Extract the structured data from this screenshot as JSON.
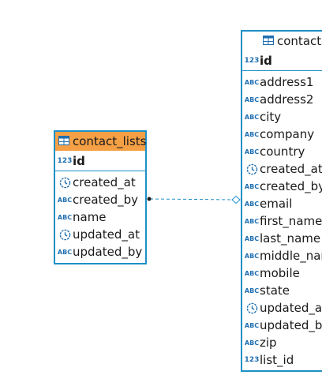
{
  "entities": {
    "contact_lists": {
      "title": "contact_lists",
      "primary_key": {
        "name": "id",
        "type": "number"
      },
      "columns": [
        {
          "name": "created_at",
          "type": "datetime"
        },
        {
          "name": "created_by",
          "type": "text"
        },
        {
          "name": "name",
          "type": "text"
        },
        {
          "name": "updated_at",
          "type": "datetime"
        },
        {
          "name": "updated_by",
          "type": "text"
        }
      ]
    },
    "contacts": {
      "title": "contacts",
      "primary_key": {
        "name": "id",
        "type": "number"
      },
      "columns": [
        {
          "name": "address1",
          "type": "text"
        },
        {
          "name": "address2",
          "type": "text"
        },
        {
          "name": "city",
          "type": "text"
        },
        {
          "name": "company",
          "type": "text"
        },
        {
          "name": "country",
          "type": "text"
        },
        {
          "name": "created_at",
          "type": "datetime"
        },
        {
          "name": "created_by",
          "type": "text"
        },
        {
          "name": "email",
          "type": "text"
        },
        {
          "name": "first_name",
          "type": "text"
        },
        {
          "name": "last_name",
          "type": "text"
        },
        {
          "name": "middle_name",
          "type": "text"
        },
        {
          "name": "mobile",
          "type": "text"
        },
        {
          "name": "state",
          "type": "text"
        },
        {
          "name": "updated_at",
          "type": "datetime"
        },
        {
          "name": "updated_by",
          "type": "text"
        },
        {
          "name": "zip",
          "type": "text"
        },
        {
          "name": "list_id",
          "type": "number"
        }
      ]
    }
  },
  "type_labels": {
    "number": "123",
    "text": "ABC"
  },
  "colors": {
    "accent": "#1e90c8",
    "selected_header": "#f5a045",
    "header": "#ffffff",
    "type_icon": "#1e6eb0"
  }
}
